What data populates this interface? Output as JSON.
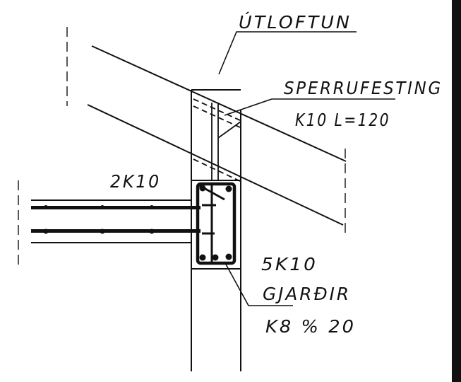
{
  "labels": {
    "utloftun": "ÚTLOFTUN",
    "sperrufesting_line1": "SPERRUFESTING",
    "sperrufesting_line2": "K10 L=120",
    "two_k10": "2K10",
    "five_k10": "5K10",
    "gjardir_line1": "GJARÐIR",
    "gjardir_line2": "K8 % 20"
  },
  "colors": {
    "ink": "#111111",
    "background": "#ffffff"
  }
}
